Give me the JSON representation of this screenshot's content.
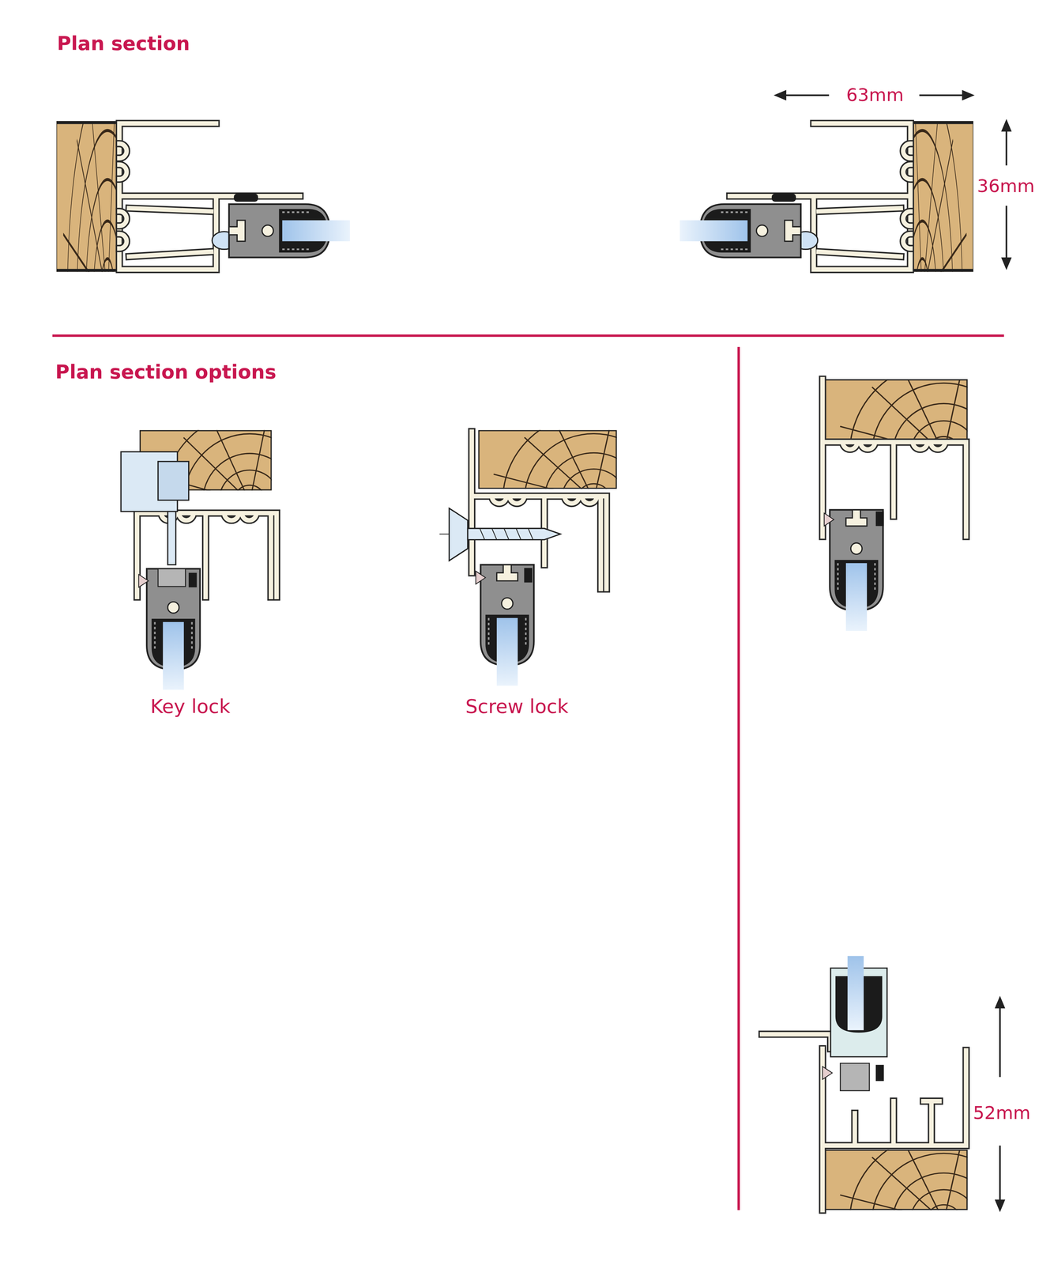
{
  "diagram": {
    "labels": [
      "Plan section",
      "63mm",
      "36mm",
      "Plan section options",
      "Key lock",
      "Screw lock",
      "52mm"
    ]
  }
}
